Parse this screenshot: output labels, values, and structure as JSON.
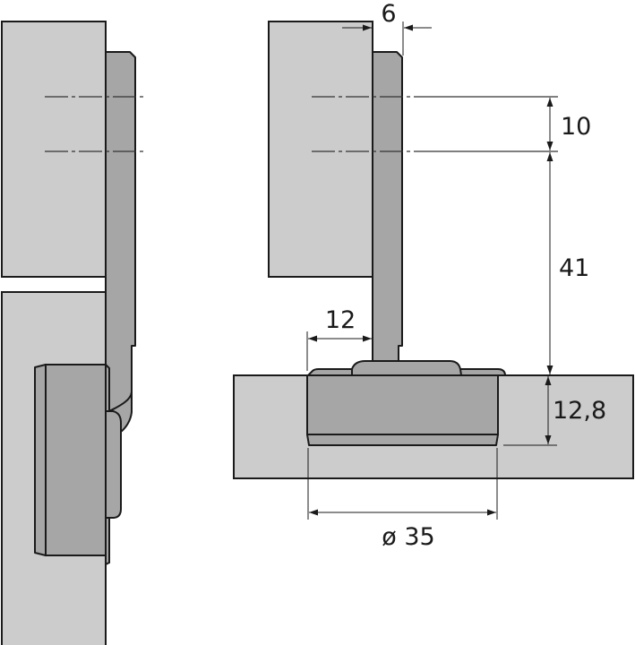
{
  "colors": {
    "panel": "#cccccc",
    "hinge": "#a6a6a6",
    "outline": "#1a1a1a",
    "background": "#ffffff"
  },
  "dimensions": {
    "overlay": "6",
    "hole_spacing": "10",
    "hole_to_cup": "41",
    "cup_edge_distance": "12",
    "cup_depth": "12,8",
    "cup_diameter": "ø 35"
  },
  "views": {
    "left": "side-view",
    "right": "front-view"
  }
}
